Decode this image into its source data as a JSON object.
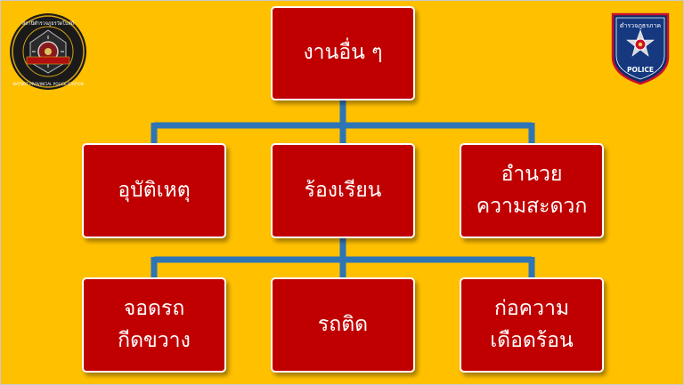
{
  "diagram": {
    "root": {
      "label": "งานอื่น ๆ"
    },
    "level1": [
      {
        "label": "อุบัติเหตุ"
      },
      {
        "label": "ร้องเรียน"
      },
      {
        "label": "อำนวย ความสะดวก"
      }
    ],
    "level2": [
      {
        "label": "จอดรถ กีดขวาง"
      },
      {
        "label": "รถติด"
      },
      {
        "label": "ก่อความเดือดร้อน"
      }
    ]
  },
  "logos": {
    "left": {
      "text_top": "สถานีตำรวจภูธรวัดโบสถ์",
      "text_ring": "WATBOT PROVINCIAL POLICE STATION"
    },
    "right": {
      "text_top": "ตำรวจภูธรภาค",
      "text_bottom": "POLICE"
    }
  },
  "colors": {
    "background": "#ffc000",
    "box_fill": "#c00000",
    "box_border": "#ffffff",
    "connector": "#2e75b6"
  }
}
